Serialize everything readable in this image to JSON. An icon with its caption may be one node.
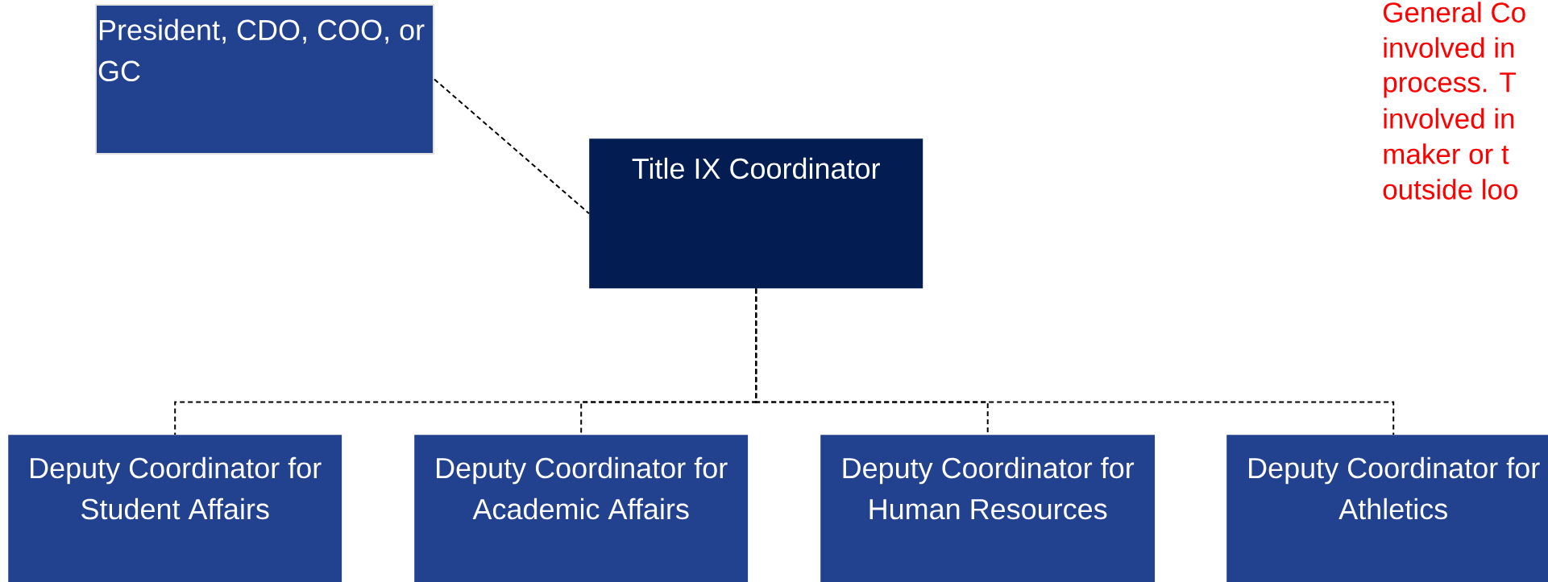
{
  "diagram": {
    "nodes": [
      {
        "text": [
          "President, CDO, COO, or GC"
        ]
      },
      {
        "text": [
          "Title IX Coordinator"
        ]
      },
      {
        "text": [
          "Deputy Coordinator for Student Affairs"
        ]
      },
      {
        "text": [
          "Deputy Coordinator for Academic Affairs"
        ]
      },
      {
        "text": [
          "Deputy Coordinator for Human Resources"
        ]
      },
      {
        "text": [
          "Deputy Coordinator for Athletics"
        ]
      }
    ],
    "edges": [
      {
        "from": 0,
        "to": 1,
        "arrow": "none",
        "style": "dashed"
      },
      {
        "from": 1,
        "to": 2,
        "arrow": "none",
        "style": "dashed"
      },
      {
        "from": 1,
        "to": 3,
        "arrow": "none",
        "style": "dashed"
      },
      {
        "from": 1,
        "to": 4,
        "arrow": "none",
        "style": "dashed"
      },
      {
        "from": 1,
        "to": 5,
        "arrow": "none",
        "style": "dashed"
      }
    ],
    "labels": [
      "General Co",
      "involved in",
      "process.  T",
      "involved in",
      "maker or t",
      "outside loo"
    ]
  }
}
